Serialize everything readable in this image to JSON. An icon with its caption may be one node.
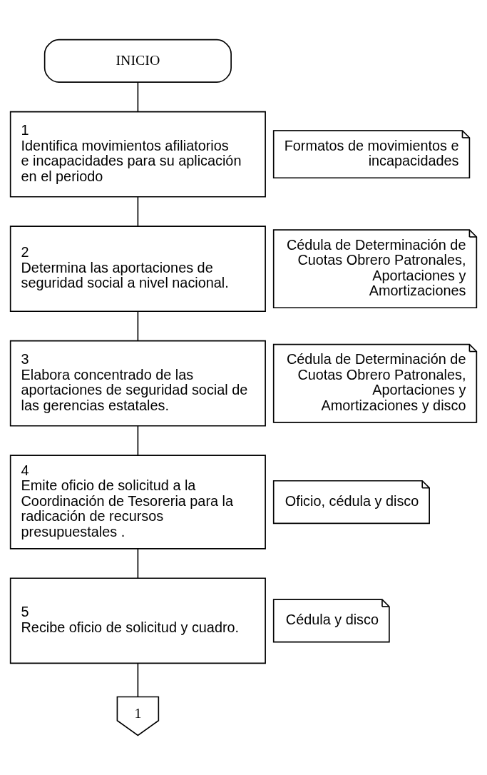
{
  "diagram": {
    "nodes": [
      {
        "text": [
          "INICIO"
        ]
      },
      {
        "text": [
          "1",
          "Identifica movimientos afiliatorios e incapacidades para su aplicación en el periodo"
        ]
      },
      {
        "text": [
          "Formatos de movimientos e incapacidades"
        ]
      },
      {
        "text": [
          "2",
          "Determina las aportaciones de seguridad social a nivel nacional."
        ]
      },
      {
        "text": [
          "Cédula de Determinación de Cuotas Obrero Patronales, Aportaciones y Amortizaciones"
        ]
      },
      {
        "text": [
          "3",
          "Elabora concentrado de las aportaciones de seguridad social de las gerencias estatales."
        ]
      },
      {
        "text": [
          "Cédula de Determinación de Cuotas Obrero Patronales, Aportaciones y Amortizaciones y disco"
        ]
      },
      {
        "text": [
          "4",
          "Emite oficio de solicitud a la Coordinación de Tesoreria para la radicación de recursos presupuestales ."
        ]
      },
      {
        "text": [
          "Oficio, cédula y disco"
        ]
      },
      {
        "text": [
          "5",
          "Recibe oficio de solicitud y cuadro."
        ]
      },
      {
        "text": [
          "Cédula y disco"
        ]
      },
      {
        "text": [
          "1"
        ]
      }
    ],
    "edges": [
      {
        "from": 0,
        "to": 1,
        "arrow": "none"
      },
      {
        "from": 1,
        "to": 3,
        "arrow": "none"
      },
      {
        "from": 3,
        "to": 5,
        "arrow": "none"
      },
      {
        "from": 5,
        "to": 7,
        "arrow": "none"
      },
      {
        "from": 7,
        "to": 9,
        "arrow": "none"
      },
      {
        "from": 9,
        "to": 11,
        "arrow": "none"
      }
    ]
  }
}
